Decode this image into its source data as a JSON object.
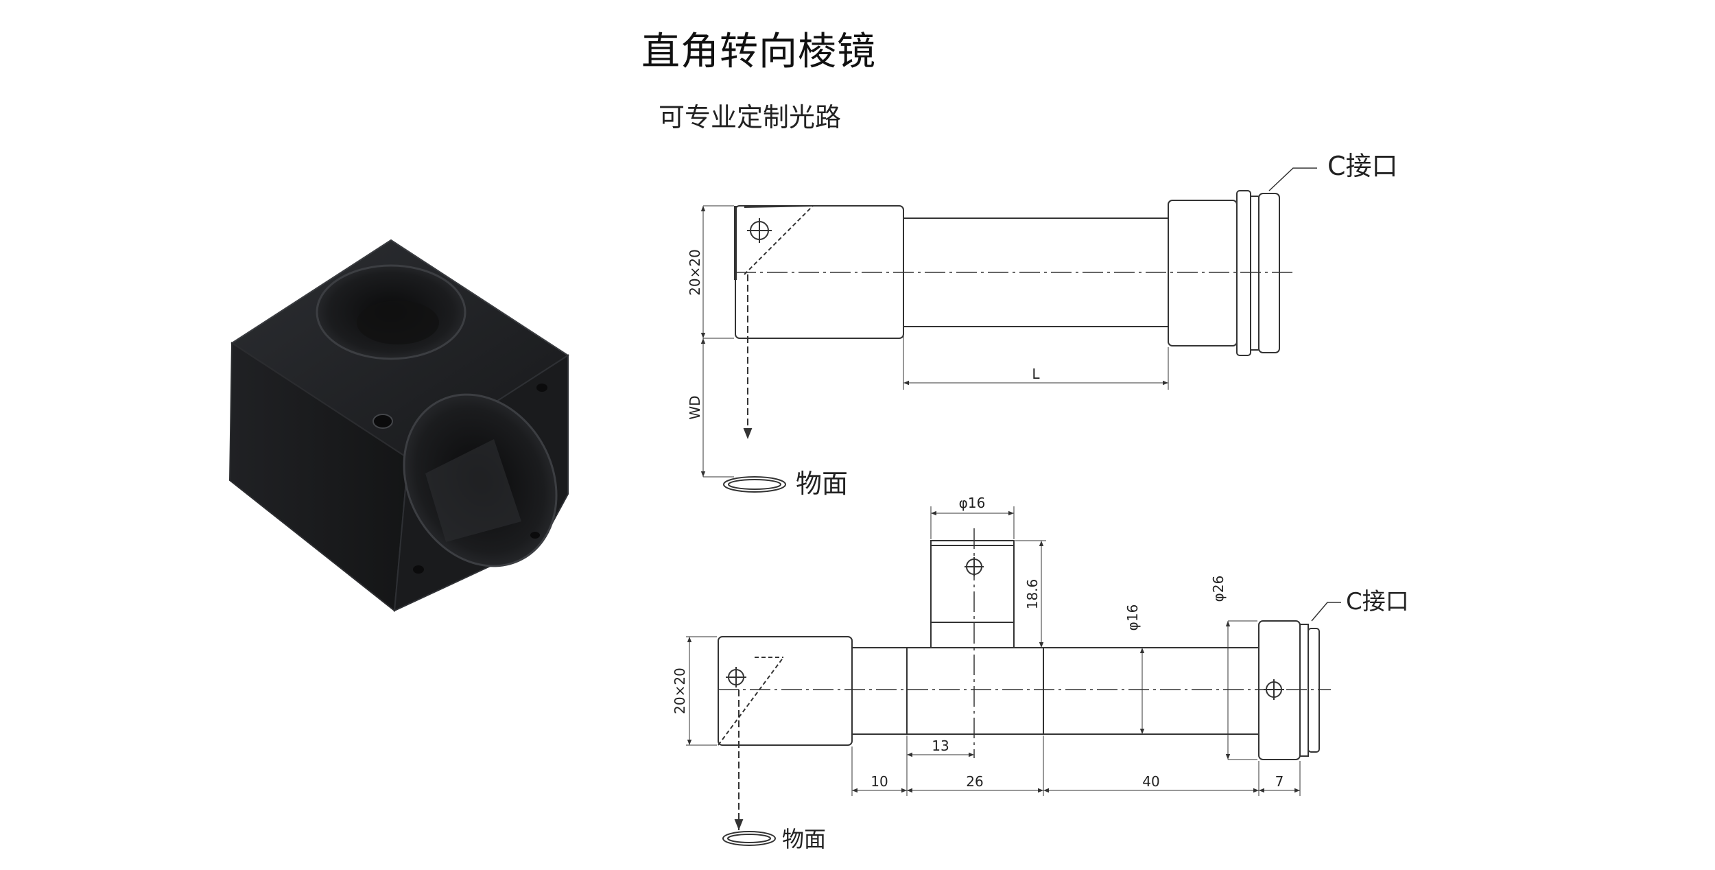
{
  "header": {
    "title": "直角转向棱镜",
    "subtitle": "可专业定制光路"
  },
  "colors": {
    "prism_body": "#1e1f22",
    "prism_edge": "#34363a",
    "line": "#333333"
  },
  "drawing_top": {
    "c_mount_label": "C接口",
    "dim_cube": "20×20",
    "dim_wd": "WD",
    "dim_length": "L",
    "object_label": "物面"
  },
  "drawing_bottom": {
    "c_mount_label": "C接口",
    "dim_cube": "20×20",
    "dim_top_diameter": "φ16",
    "dim_top_height": "18.6",
    "dim_tube_diameter": "φ16",
    "dim_flange_diameter": "φ26",
    "dim_offset": "13",
    "dim_a": "10",
    "dim_b": "26",
    "dim_c": "40",
    "dim_d": "7",
    "object_label": "物面"
  }
}
